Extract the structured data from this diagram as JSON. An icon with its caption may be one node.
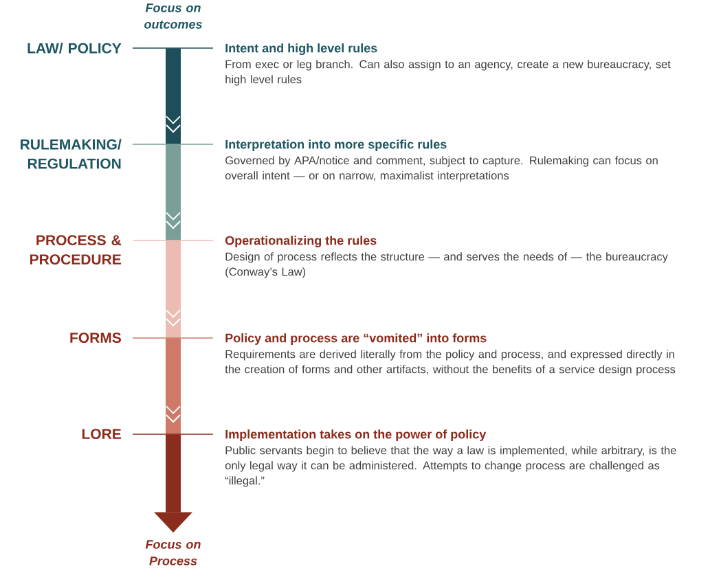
{
  "diagram": {
    "nodes": [
      {
        "text": [
          "Intent and high level rules",
          "From exec or leg branch. Can also assign to an agency, create a new bureaucracy, set high level rules"
        ],
        "beside": [
          "LAW/ POLICY"
        ]
      },
      {
        "text": [
          "Interpretation into more specific rules",
          "Governed by APA/notice and comment, subject to capture. Rulemaking can focus on overall intent — or on narrow, maximalist interpretations"
        ],
        "beside": [
          "RULEMAKING/ REGULATION"
        ]
      },
      {
        "text": [
          "Operationalizing the rules",
          "Design of process reflects the structure — and serves the needs of — the bureaucracy (Conway’s Law)"
        ],
        "beside": [
          "PROCESS & PROCEDURE"
        ]
      },
      {
        "text": [
          "Policy and process are “vomited” into forms",
          "Requirements are derived literally from the policy and process, and expressed directly in the creation of forms and other artifacts, without the benefits of a service design process"
        ],
        "beside": [
          "FORMS"
        ]
      },
      {
        "text": [
          "Implementation takes on the power of policy",
          "Public servants begin to believe that the way a law is implemented, while arbitrary, is the only legal way it can be administered. Attempts to change process are challenged as “illegal.”"
        ],
        "beside": [
          "LORE"
        ]
      }
    ],
    "edges": [
      {
        "from": 0,
        "to": 1,
        "arrow": "to"
      },
      {
        "from": 1,
        "to": 2,
        "arrow": "to"
      },
      {
        "from": 2,
        "to": 3,
        "arrow": "to"
      },
      {
        "from": 3,
        "to": 4,
        "arrow": "to"
      },
      {
        "from": 4,
        "to": null,
        "arrow": "to",
        "style": "thick",
        "color": "#8a2d1d"
      }
    ],
    "labels": [
      "Focus on outcomes",
      "Focus on Process"
    ]
  }
}
